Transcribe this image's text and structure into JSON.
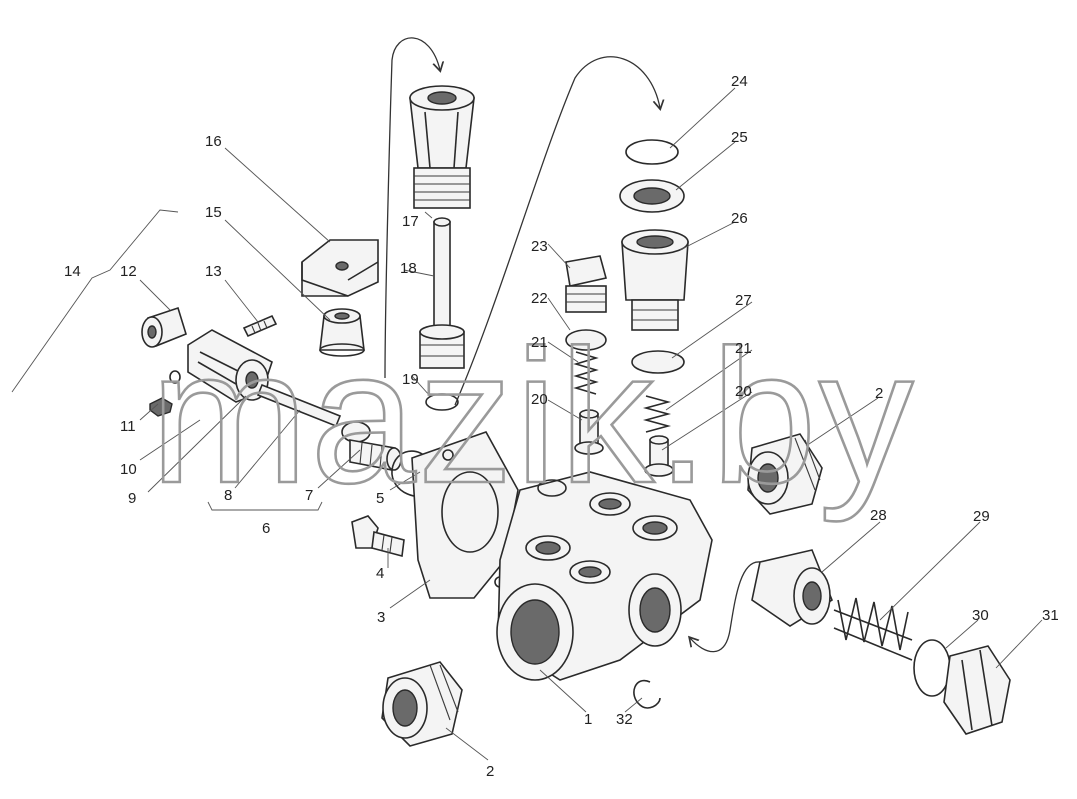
{
  "watermark": "mazik.by",
  "callouts": {
    "c1": "1",
    "c2a": "2",
    "c2b": "2",
    "c3": "3",
    "c4": "4",
    "c5": "5",
    "c6": "6",
    "c7": "7",
    "c8": "8",
    "c9": "9",
    "c10": "10",
    "c11": "11",
    "c12": "12",
    "c13": "13",
    "c14": "14",
    "c15": "15",
    "c16": "16",
    "c17": "17",
    "c18": "18",
    "c19": "19",
    "c20a": "20",
    "c20b": "20",
    "c21a": "21",
    "c21b": "21",
    "c22": "22",
    "c23": "23",
    "c24": "24",
    "c25": "25",
    "c26": "26",
    "c27": "27",
    "c28": "28",
    "c29": "29",
    "c30": "30",
    "c31": "31",
    "c32": "32"
  }
}
